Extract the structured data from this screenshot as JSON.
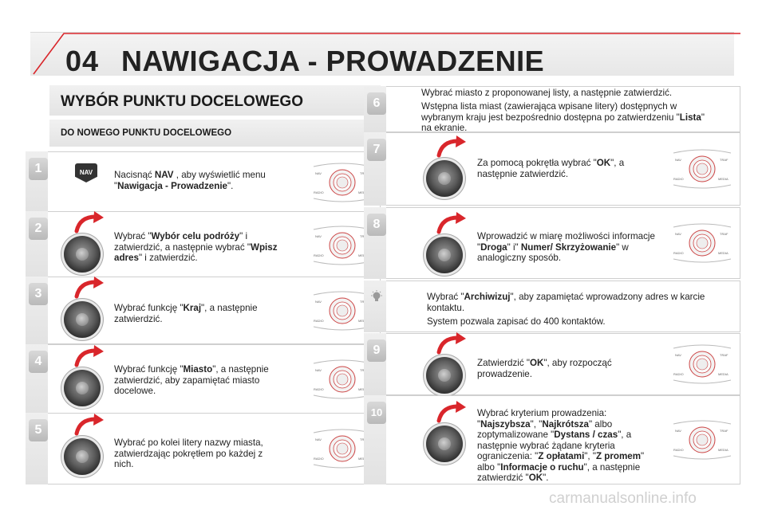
{
  "header": {
    "chapter": "04",
    "title": "NAWIGACJA - PROWADZENIE"
  },
  "section": {
    "title": "WYBÓR PUNKTU DOCELOWEGO",
    "subtitle": "DO NOWEGO PUNKTU DOCELOWEGO"
  },
  "diagram_labels": {
    "nav": "NAV",
    "radio": "RADIO",
    "traf": "TRAF",
    "media": "MEDIA"
  },
  "steps": [
    {
      "num": "1",
      "parts": [
        "Nacisnąć ",
        "NAV",
        " , aby wyświetlić menu \"",
        "Nawigacja - Prowadzenie",
        "\"."
      ]
    },
    {
      "num": "2",
      "parts": [
        "Wybrać \"",
        "Wybór celu podróży",
        "\" i zatwierdzić, a następnie wybrać \"",
        "Wpisz adres",
        "\" i zatwierdzić."
      ]
    },
    {
      "num": "3",
      "parts": [
        "Wybrać funkcję \"",
        "Kraj",
        "\", a następnie zatwierdzić."
      ]
    },
    {
      "num": "4",
      "parts": [
        "Wybrać funkcję \"",
        "Miasto",
        "\", a następnie zatwierdzić, aby zapamiętać miasto docelowe."
      ]
    },
    {
      "num": "5",
      "parts": [
        "Wybrać po kolei litery nazwy miasta, zatwierdzając pokrętłem po każdej z nich."
      ]
    },
    {
      "num": "6",
      "line1": "Wybrać miasto z proponowanej listy, a następnie zatwierdzić.",
      "parts": [
        "Wstępna lista miast (zawierająca wpisane litery) dostępnych w wybranym kraju jest bezpośrednio dostępna po zatwierdzeniu \"",
        "Lista",
        "\" na ekranie."
      ]
    },
    {
      "num": "7",
      "parts": [
        "Za pomocą pokrętła wybrać \"",
        "OK",
        "\", a następnie zatwierdzić."
      ]
    },
    {
      "num": "8",
      "parts": [
        "Wprowadzić w miarę możliwości informacje \"",
        "Droga",
        "\" i\" ",
        "Numer/ Skrzyżowanie",
        "\" w analogiczny sposób."
      ]
    },
    {
      "num": "tip",
      "parts": [
        "Wybrać \"",
        "Archiwizuj",
        "\", aby zapamiętać wprowadzony adres w karcie kontaktu."
      ],
      "line2": "System pozwala zapisać do 400 kontaktów."
    },
    {
      "num": "9",
      "parts": [
        "Zatwierdzić \"",
        "OK",
        "\", aby rozpocząć prowadzenie."
      ]
    },
    {
      "num": "10",
      "parts": [
        "Wybrać kryterium prowadzenia: \"",
        "Najszybsza",
        "\", \"",
        "Najkrótsza",
        "\" albo zoptymalizowane \"",
        "Dystans / czas",
        "\", a następnie wybrać żądane kryteria ograniczenia: \"",
        "Z opłatami",
        "\", \"",
        "Z promem",
        "\" albo \"",
        "Informacje o ruchu",
        "\", a następnie zatwierdzić \"",
        "OK",
        "\"."
      ]
    }
  ],
  "watermark": "carmanualsonline.info",
  "colors": {
    "accent_red": "#d9262b",
    "badge_gray": "#bdbdbd"
  }
}
